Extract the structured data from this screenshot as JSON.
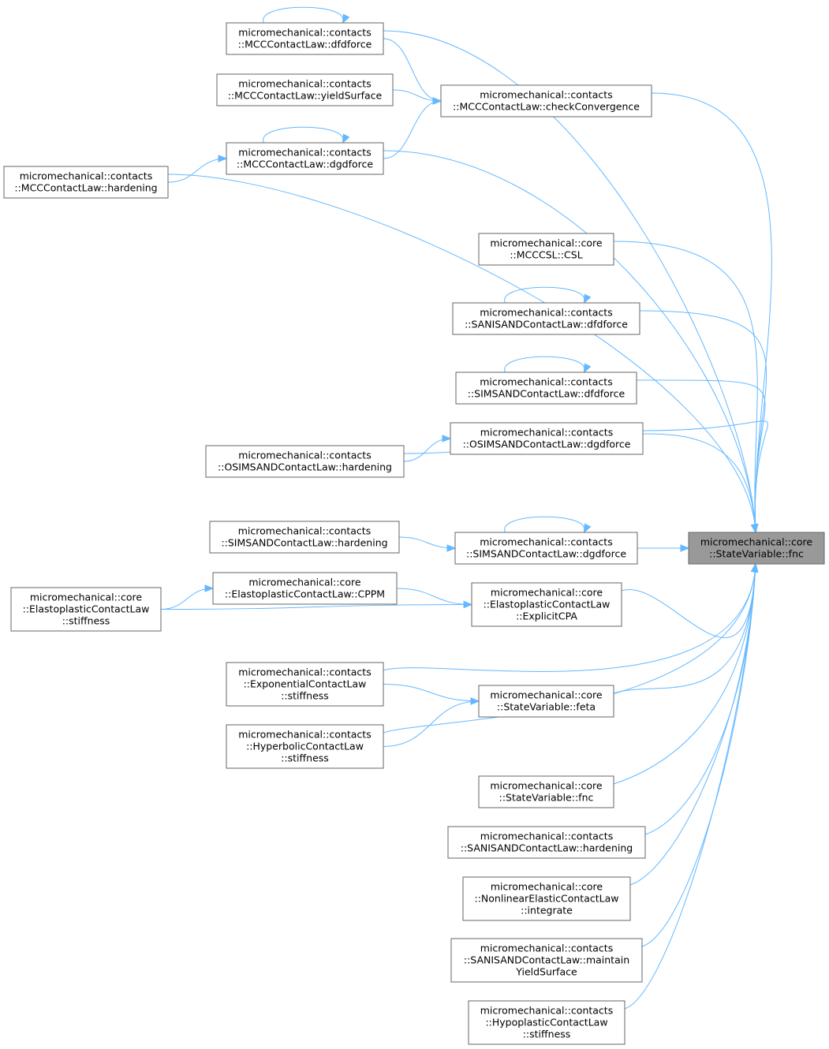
{
  "graph": {
    "type": "doxygen-caller-graph",
    "edge_color": "#63b8ff",
    "root_fill": "#999999",
    "node_border": "#666666",
    "nodes": [
      {
        "id": "root",
        "lines": [
          "micromechanical::core",
          "::StateVariable::fnc"
        ],
        "root": true
      },
      {
        "id": "mcc_dfdforce",
        "lines": [
          "micromechanical::contacts",
          "::MCCContactLaw::dfdforce"
        ]
      },
      {
        "id": "mcc_yield",
        "lines": [
          "micromechanical::contacts",
          "::MCCContactLaw::yieldSurface"
        ]
      },
      {
        "id": "mcc_check",
        "lines": [
          "micromechanical::contacts",
          "::MCCContactLaw::checkConvergence"
        ]
      },
      {
        "id": "mcc_dgdforce",
        "lines": [
          "micromechanical::contacts",
          "::MCCContactLaw::dgdforce"
        ]
      },
      {
        "id": "mcc_hardening",
        "lines": [
          "micromechanical::contacts",
          "::MCCContactLaw::hardening"
        ]
      },
      {
        "id": "mcccsl",
        "lines": [
          "micromechanical::core",
          "::MCCCSL::CSL"
        ]
      },
      {
        "id": "sanisand_dfdforce",
        "lines": [
          "micromechanical::contacts",
          "::SANISANDContactLaw::dfdforce"
        ]
      },
      {
        "id": "simsand_dfdforce",
        "lines": [
          "micromechanical::contacts",
          "::SIMSANDContactLaw::dfdforce"
        ]
      },
      {
        "id": "osimsand_dgdforce",
        "lines": [
          "micromechanical::contacts",
          "::OSIMSANDContactLaw::dgdforce"
        ]
      },
      {
        "id": "osimsand_hardening",
        "lines": [
          "micromechanical::contacts",
          "::OSIMSANDContactLaw::hardening"
        ]
      },
      {
        "id": "simsand_hardening",
        "lines": [
          "micromechanical::contacts",
          "::SIMSANDContactLaw::hardening"
        ]
      },
      {
        "id": "simsand_dgdforce",
        "lines": [
          "micromechanical::contacts",
          "::SIMSANDContactLaw::dgdforce"
        ]
      },
      {
        "id": "ep_cppm",
        "lines": [
          "micromechanical::core",
          "::ElastoplasticContactLaw::CPPM"
        ]
      },
      {
        "id": "ep_stiffness",
        "lines": [
          "micromechanical::core",
          "::ElastoplasticContactLaw",
          "::stiffness"
        ]
      },
      {
        "id": "ep_explicitcpa",
        "lines": [
          "micromechanical::core",
          "::ElastoplasticContactLaw",
          "::ExplicitCPA"
        ]
      },
      {
        "id": "exp_stiffness",
        "lines": [
          "micromechanical::contacts",
          "::ExponentialContactLaw",
          "::stiffness"
        ]
      },
      {
        "id": "sv_feta",
        "lines": [
          "micromechanical::core",
          "::StateVariable::feta"
        ]
      },
      {
        "id": "hyp_stiffness",
        "lines": [
          "micromechanical::contacts",
          "::HyperbolicContactLaw",
          "::stiffness"
        ]
      },
      {
        "id": "sv_fnc",
        "lines": [
          "micromechanical::core",
          "::StateVariable::fnc"
        ]
      },
      {
        "id": "sanisand_hardening",
        "lines": [
          "micromechanical::contacts",
          "::SANISANDContactLaw::hardening"
        ]
      },
      {
        "id": "nle_integrate",
        "lines": [
          "micromechanical::core",
          "::NonlinearElasticContactLaw",
          "::integrate"
        ]
      },
      {
        "id": "sanisand_maintain",
        "lines": [
          "micromechanical::contacts",
          "::SANISANDContactLaw::maintain",
          "YieldSurface"
        ]
      },
      {
        "id": "hypo_stiffness",
        "lines": [
          "micromechanical::contacts",
          "::HypoplasticContactLaw",
          "::stiffness"
        ]
      }
    ],
    "edges": [
      {
        "from": "mcc_dfdforce",
        "to": "mcc_dfdforce",
        "self": true
      },
      {
        "from": "mcc_dfdforce",
        "to": "mcc_check"
      },
      {
        "from": "mcc_yield",
        "to": "mcc_check"
      },
      {
        "from": "mcc_dgdforce",
        "to": "mcc_dgdforce",
        "self": true
      },
      {
        "from": "mcc_dgdforce",
        "to": "mcc_check"
      },
      {
        "from": "mcc_hardening",
        "to": "mcc_dgdforce"
      },
      {
        "from": "mcc_dfdforce",
        "to": "root"
      },
      {
        "from": "mcc_check",
        "to": "root"
      },
      {
        "from": "mcc_dgdforce",
        "to": "root"
      },
      {
        "from": "mcc_hardening",
        "to": "root"
      },
      {
        "from": "mcccsl",
        "to": "root"
      },
      {
        "from": "sanisand_dfdforce",
        "to": "sanisand_dfdforce",
        "self": true
      },
      {
        "from": "sanisand_dfdforce",
        "to": "root"
      },
      {
        "from": "simsand_dfdforce",
        "to": "simsand_dfdforce",
        "self": true
      },
      {
        "from": "simsand_dfdforce",
        "to": "root"
      },
      {
        "from": "osimsand_hardening",
        "to": "osimsand_dgdforce"
      },
      {
        "from": "osimsand_dgdforce",
        "to": "root"
      },
      {
        "from": "osimsand_hardening",
        "to": "root"
      },
      {
        "from": "simsand_dgdforce",
        "to": "simsand_dgdforce",
        "self": true
      },
      {
        "from": "simsand_hardening",
        "to": "simsand_dgdforce"
      },
      {
        "from": "simsand_dgdforce",
        "to": "root"
      },
      {
        "from": "ep_stiffness",
        "to": "ep_cppm"
      },
      {
        "from": "ep_cppm",
        "to": "ep_explicitcpa"
      },
      {
        "from": "ep_stiffness",
        "to": "ep_explicitcpa"
      },
      {
        "from": "ep_explicitcpa",
        "to": "root"
      },
      {
        "from": "exp_stiffness",
        "to": "root"
      },
      {
        "from": "exp_stiffness",
        "to": "sv_feta"
      },
      {
        "from": "hyp_stiffness",
        "to": "sv_feta"
      },
      {
        "from": "sv_feta",
        "to": "root"
      },
      {
        "from": "hyp_stiffness",
        "to": "root"
      },
      {
        "from": "sv_fnc",
        "to": "root"
      },
      {
        "from": "sanisand_hardening",
        "to": "root"
      },
      {
        "from": "nle_integrate",
        "to": "root"
      },
      {
        "from": "sanisand_maintain",
        "to": "root"
      },
      {
        "from": "hypo_stiffness",
        "to": "root"
      }
    ]
  }
}
